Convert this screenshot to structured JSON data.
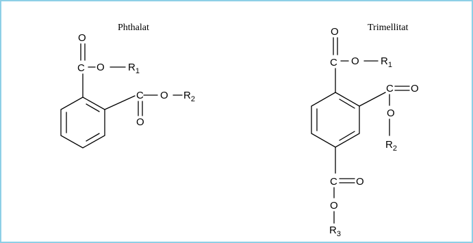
{
  "molecules": {
    "phthalat": {
      "title": "Phthalat",
      "o_top": "O",
      "c1": "C",
      "o1": "O",
      "r1": "R",
      "r1_sub": "1",
      "c2": "C",
      "o2": "O",
      "r2": "R",
      "r2_sub": "2",
      "o_bottom": "O"
    },
    "trimellitat": {
      "title": "Trimellitat",
      "o_top": "O",
      "c1": "C",
      "o1": "O",
      "r1": "R",
      "r1_sub": "1",
      "c2": "C",
      "o2_double": "O",
      "o2": "O",
      "r2": "R",
      "r2_sub": "2",
      "c3": "C",
      "o3_double": "O",
      "o3": "O",
      "r3": "R",
      "r3_sub": "3"
    }
  },
  "colors": {
    "frame_border": "#8ecfe6",
    "ink": "#000000"
  }
}
